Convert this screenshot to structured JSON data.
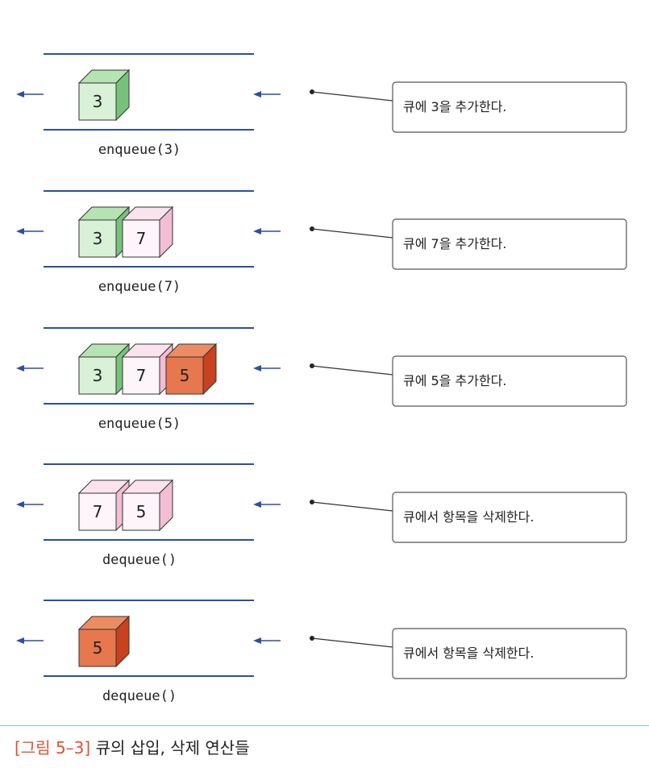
{
  "colors": {
    "rail": "#2b4fa3",
    "arrow": "#2b4fa3",
    "note_border": "#555555",
    "caption_fig": "#e0522e",
    "cube_palette": {
      "green": {
        "front": "#d8f1d7",
        "top": "#b5e3b2",
        "side": "#77c27a"
      },
      "pink": {
        "front": "#fdf5fa",
        "top": "#fbe3ee",
        "side": "#f3bdd4"
      },
      "orange": {
        "front": "#e7774d",
        "top": "#ec8c63",
        "side": "#c8421f"
      }
    }
  },
  "steps": [
    {
      "operation": "enqueue(3)",
      "note": "큐에 3을 추가한다.",
      "queue": [
        {
          "value": "3",
          "color": "green"
        }
      ]
    },
    {
      "operation": "enqueue(7)",
      "note": "큐에 7을 추가한다.",
      "queue": [
        {
          "value": "3",
          "color": "green"
        },
        {
          "value": "7",
          "color": "pink"
        }
      ]
    },
    {
      "operation": "enqueue(5)",
      "note": "큐에 5을 추가한다.",
      "queue": [
        {
          "value": "3",
          "color": "green"
        },
        {
          "value": "7",
          "color": "pink"
        },
        {
          "value": "5",
          "color": "orange"
        }
      ]
    },
    {
      "operation": "dequeue()",
      "note": "큐에서 항목을 삭제한다.",
      "queue": [
        {
          "value": "7",
          "color": "pink"
        },
        {
          "value": "5",
          "color": "pink"
        }
      ]
    },
    {
      "operation": "dequeue()",
      "note": "큐에서 항목을 삭제한다.",
      "queue": [
        {
          "value": "5",
          "color": "orange"
        }
      ]
    }
  ],
  "caption": {
    "figure_number": "[그림 5–3]",
    "text": "큐의 삽입, 삭제 연산들"
  }
}
